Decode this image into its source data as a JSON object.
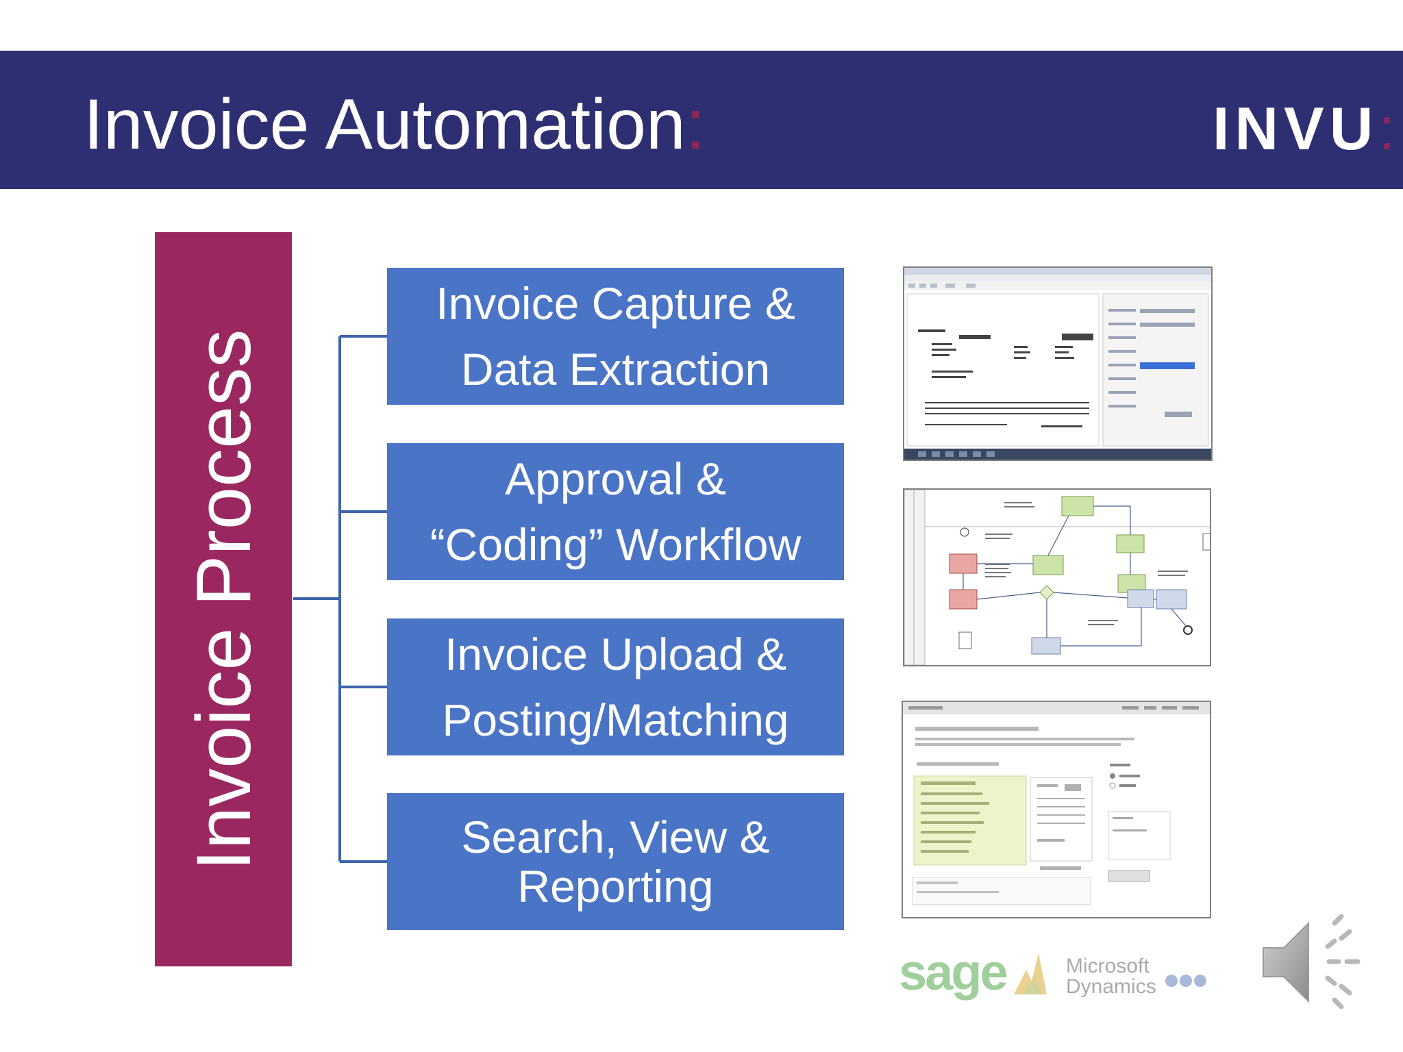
{
  "header": {
    "title": "Invoice Automation",
    "title_colon": ":",
    "logo": "INVU",
    "logo_colon": ":"
  },
  "process": {
    "label": "Invoice Process"
  },
  "steps": [
    {
      "line1": "Invoice Capture &",
      "line2": "Data Extraction"
    },
    {
      "line1": "Approval &",
      "line2": "“Coding” Workflow"
    },
    {
      "line1": "Invoice Upload &",
      "line2": "Posting/Matching"
    },
    {
      "line1": "Search, View &",
      "line2": "Reporting"
    }
  ],
  "partners": {
    "sage": "sage",
    "microsoft_line1": "Microsoft",
    "microsoft_line2": "Dynamics"
  },
  "icons": [
    "speaker-icon",
    "more-dots-icon"
  ],
  "colors": {
    "header": "#2e2f72",
    "accent": "#9b2760",
    "step": "#4a74c6",
    "connector": "#3f63ad"
  }
}
